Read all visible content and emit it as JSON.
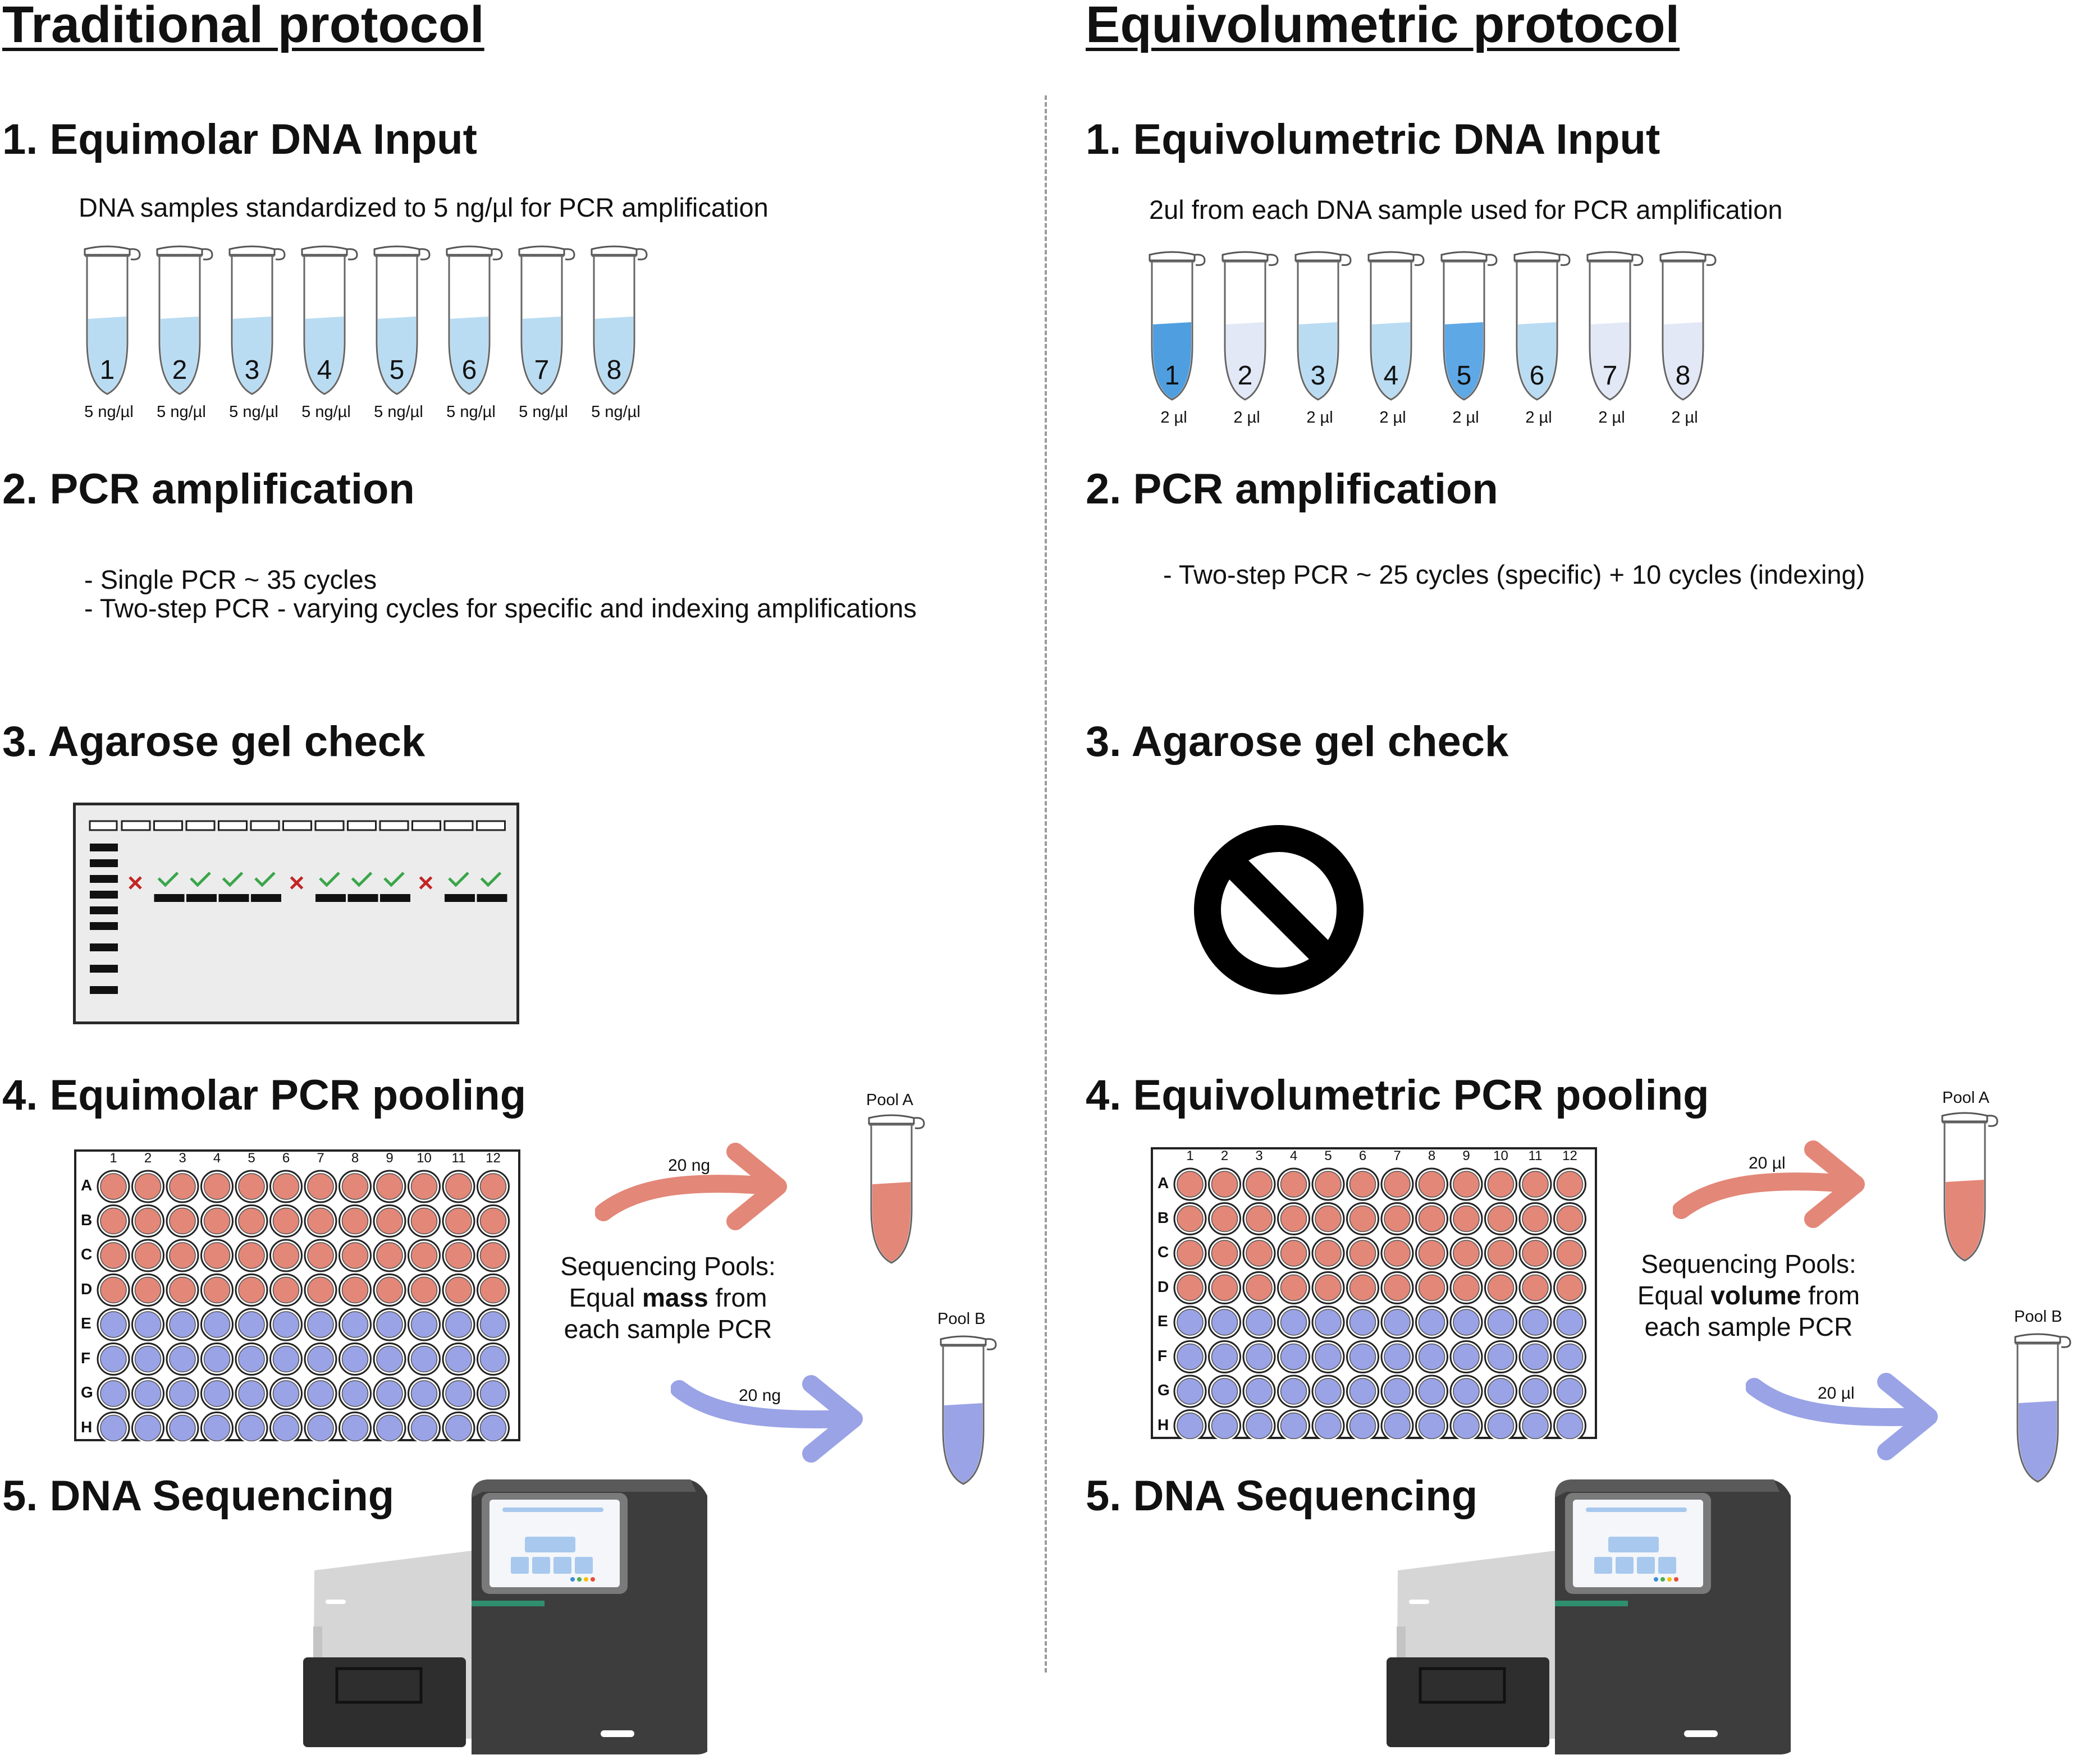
{
  "left": {
    "title": "Traditional protocol",
    "step1": {
      "heading": "1. Equimolar DNA Input",
      "subtitle": "DNA samples standardized to 5 ng/µl for PCR amplification",
      "tubes": [
        {
          "num": "1",
          "label": "5 ng/µl",
          "fill": "#b9dcf2"
        },
        {
          "num": "2",
          "label": "5 ng/µl",
          "fill": "#b9dcf2"
        },
        {
          "num": "3",
          "label": "5 ng/µl",
          "fill": "#b9dcf2"
        },
        {
          "num": "4",
          "label": "5 ng/µl",
          "fill": "#b9dcf2"
        },
        {
          "num": "5",
          "label": "5 ng/µl",
          "fill": "#b9dcf2"
        },
        {
          "num": "6",
          "label": "5 ng/µl",
          "fill": "#b9dcf2"
        },
        {
          "num": "7",
          "label": "5 ng/µl",
          "fill": "#b9dcf2"
        },
        {
          "num": "8",
          "label": "5 ng/µl",
          "fill": "#b9dcf2"
        }
      ]
    },
    "step2": {
      "heading": "2. PCR amplification",
      "lines": [
        "- Single PCR ~ 35 cycles",
        "- Two-step PCR - varying cycles for specific and indexing amplifications"
      ]
    },
    "step3": {
      "heading": "3. Agarose gel check",
      "lanes": [
        "fail",
        "pass",
        "pass",
        "pass",
        "pass",
        "fail",
        "pass",
        "pass",
        "pass",
        "fail",
        "pass",
        "pass"
      ]
    },
    "step4": {
      "heading": "4. Equimolar PCR pooling",
      "pool_a_label": "Pool A",
      "pool_b_label": "Pool B",
      "arrow_a_label": "20 ng",
      "arrow_b_label": "20 ng",
      "pool_text_1": "Sequencing Pools:",
      "pool_text_2a": "Equal ",
      "pool_text_2b": "mass",
      "pool_text_2c": " from",
      "pool_text_3": "each sample PCR"
    },
    "step5": {
      "heading": "5. DNA Sequencing"
    }
  },
  "right": {
    "title": "Equivolumetric protocol",
    "step1": {
      "heading": "1. Equivolumetric DNA Input",
      "subtitle": "2ul from each DNA sample used for PCR amplification",
      "tubes": [
        {
          "num": "1",
          "label": "2 µl",
          "fill": "#4f9fe0"
        },
        {
          "num": "2",
          "label": "2 µl",
          "fill": "#e2e8f5"
        },
        {
          "num": "3",
          "label": "2 µl",
          "fill": "#b9dcf2"
        },
        {
          "num": "4",
          "label": "2 µl",
          "fill": "#b9dcf2"
        },
        {
          "num": "5",
          "label": "2 µl",
          "fill": "#5ea8e6"
        },
        {
          "num": "6",
          "label": "2 µl",
          "fill": "#b9dcf2"
        },
        {
          "num": "7",
          "label": "2 µl",
          "fill": "#e2e8f5"
        },
        {
          "num": "8",
          "label": "2 µl",
          "fill": "#e2e8f5"
        }
      ]
    },
    "step2": {
      "heading": "2. PCR amplification",
      "lines": [
        "- Two-step PCR ~ 25 cycles (specific) + 10 cycles (indexing)"
      ]
    },
    "step3": {
      "heading": "3. Agarose gel check",
      "icon": "prohibited-icon"
    },
    "step4": {
      "heading": "4. Equivolumetric PCR pooling",
      "pool_a_label": "Pool A",
      "pool_b_label": "Pool B",
      "arrow_a_label": "20 µl",
      "arrow_b_label": "20 µl",
      "pool_text_1": "Sequencing Pools:",
      "pool_text_2a": "Equal ",
      "pool_text_2b": "volume",
      "pool_text_2c": " from",
      "pool_text_3": "each sample PCR"
    },
    "step5": {
      "heading": "5. DNA Sequencing"
    }
  },
  "plate": {
    "columns": [
      "1",
      "2",
      "3",
      "4",
      "5",
      "6",
      "7",
      "8",
      "9",
      "10",
      "11",
      "12"
    ],
    "rows": [
      "A",
      "B",
      "C",
      "D",
      "E",
      "F",
      "G",
      "H"
    ],
    "pool_a_rows": [
      "A",
      "B",
      "C",
      "D"
    ],
    "pool_b_rows": [
      "E",
      "F",
      "G",
      "H"
    ]
  },
  "colors": {
    "pool_a": "#e38778",
    "pool_b": "#9aa3e6",
    "check": "#3aa64a",
    "cross": "#c42424",
    "sequencer_dark": "#3d3d3d",
    "sequencer_light": "#d6d6d6",
    "screen_accent": "#a8c8ee"
  }
}
